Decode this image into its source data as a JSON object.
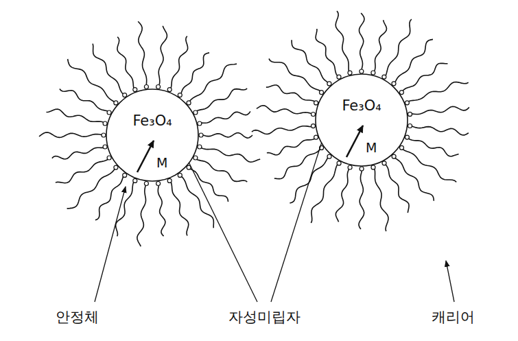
{
  "diagram": {
    "nodes": [
      {
        "text": [
          "Fe₃O₄",
          "M"
        ]
      },
      {
        "text": [
          "Fe₃O₄",
          "M"
        ]
      }
    ],
    "labels": [
      "안정체",
      "자성미립자",
      "캐리어"
    ]
  }
}
